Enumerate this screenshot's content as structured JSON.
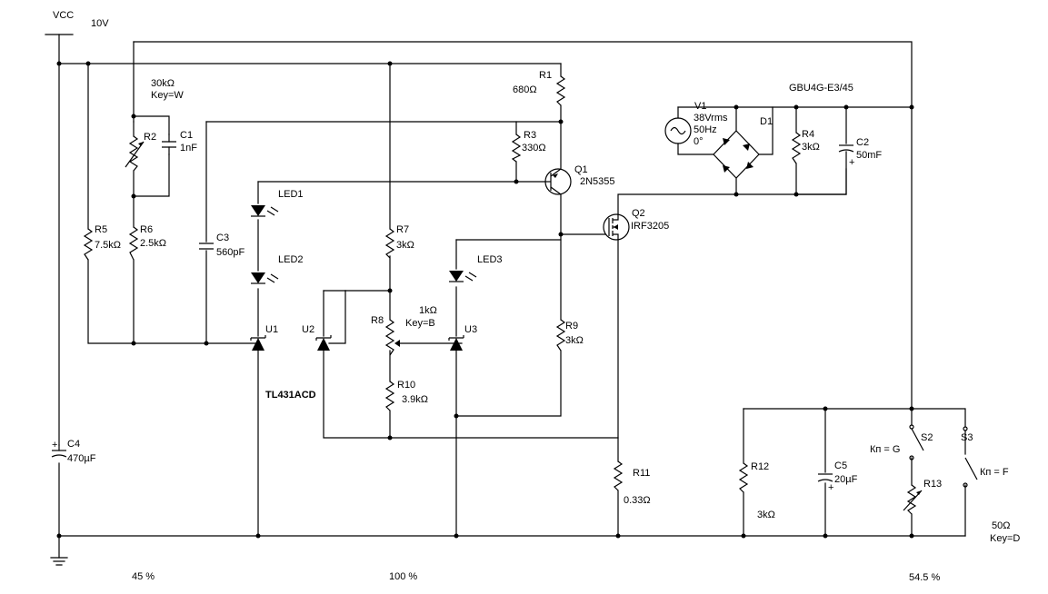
{
  "supply": {
    "name": "VCC",
    "value": "10V"
  },
  "components": {
    "R1": {
      "ref": "R1",
      "value": "680Ω"
    },
    "R2": {
      "ref": "R2",
      "value": "30kΩ",
      "key": "Key=W"
    },
    "C1": {
      "ref": "C1",
      "value": "1nF"
    },
    "R3": {
      "ref": "R3",
      "value": "330Ω"
    },
    "Q1": {
      "ref": "Q1",
      "part": "2N5355"
    },
    "Q2": {
      "ref": "Q2",
      "part": "IRF3205"
    },
    "V1": {
      "ref": "V1",
      "value": "38Vrms",
      "freq": "50Hz",
      "phase": "0°"
    },
    "D1": {
      "ref": "D1",
      "part": "GBU4G-E3/45"
    },
    "R4": {
      "ref": "R4",
      "value": "3kΩ"
    },
    "C2": {
      "ref": "C2",
      "value": "50mF"
    },
    "LED1": {
      "ref": "LED1"
    },
    "LED2": {
      "ref": "LED2"
    },
    "LED3": {
      "ref": "LED3"
    },
    "R5": {
      "ref": "R5",
      "value": "7.5kΩ"
    },
    "R6": {
      "ref": "R6",
      "value": "2.5kΩ"
    },
    "C3": {
      "ref": "C3",
      "value": "560pF"
    },
    "R7": {
      "ref": "R7",
      "value": "3kΩ"
    },
    "R8": {
      "ref": "R8",
      "value": "1kΩ",
      "key": "Key=B"
    },
    "R9": {
      "ref": "R9",
      "value": "3kΩ"
    },
    "R10": {
      "ref": "R10",
      "value": "3.9kΩ"
    },
    "U1": {
      "ref": "U1"
    },
    "U2": {
      "ref": "U2"
    },
    "U3": {
      "ref": "U3"
    },
    "U_part": "TL431ACD",
    "C4": {
      "ref": "C4",
      "value": "470µF"
    },
    "R11": {
      "ref": "R11",
      "value": "0.33Ω"
    },
    "R12": {
      "ref": "R12",
      "value": "3kΩ"
    },
    "C5": {
      "ref": "C5",
      "value": "20µF"
    },
    "S2": {
      "ref": "S2",
      "key": "Кп = G"
    },
    "S3": {
      "ref": "S3",
      "key": "Кп = F"
    },
    "R13": {
      "ref": "R13",
      "value": "50Ω",
      "key": "Key=D"
    }
  },
  "pot_levels": {
    "R2": "45 %",
    "R8": "100 %",
    "R13": "54.5 %"
  }
}
